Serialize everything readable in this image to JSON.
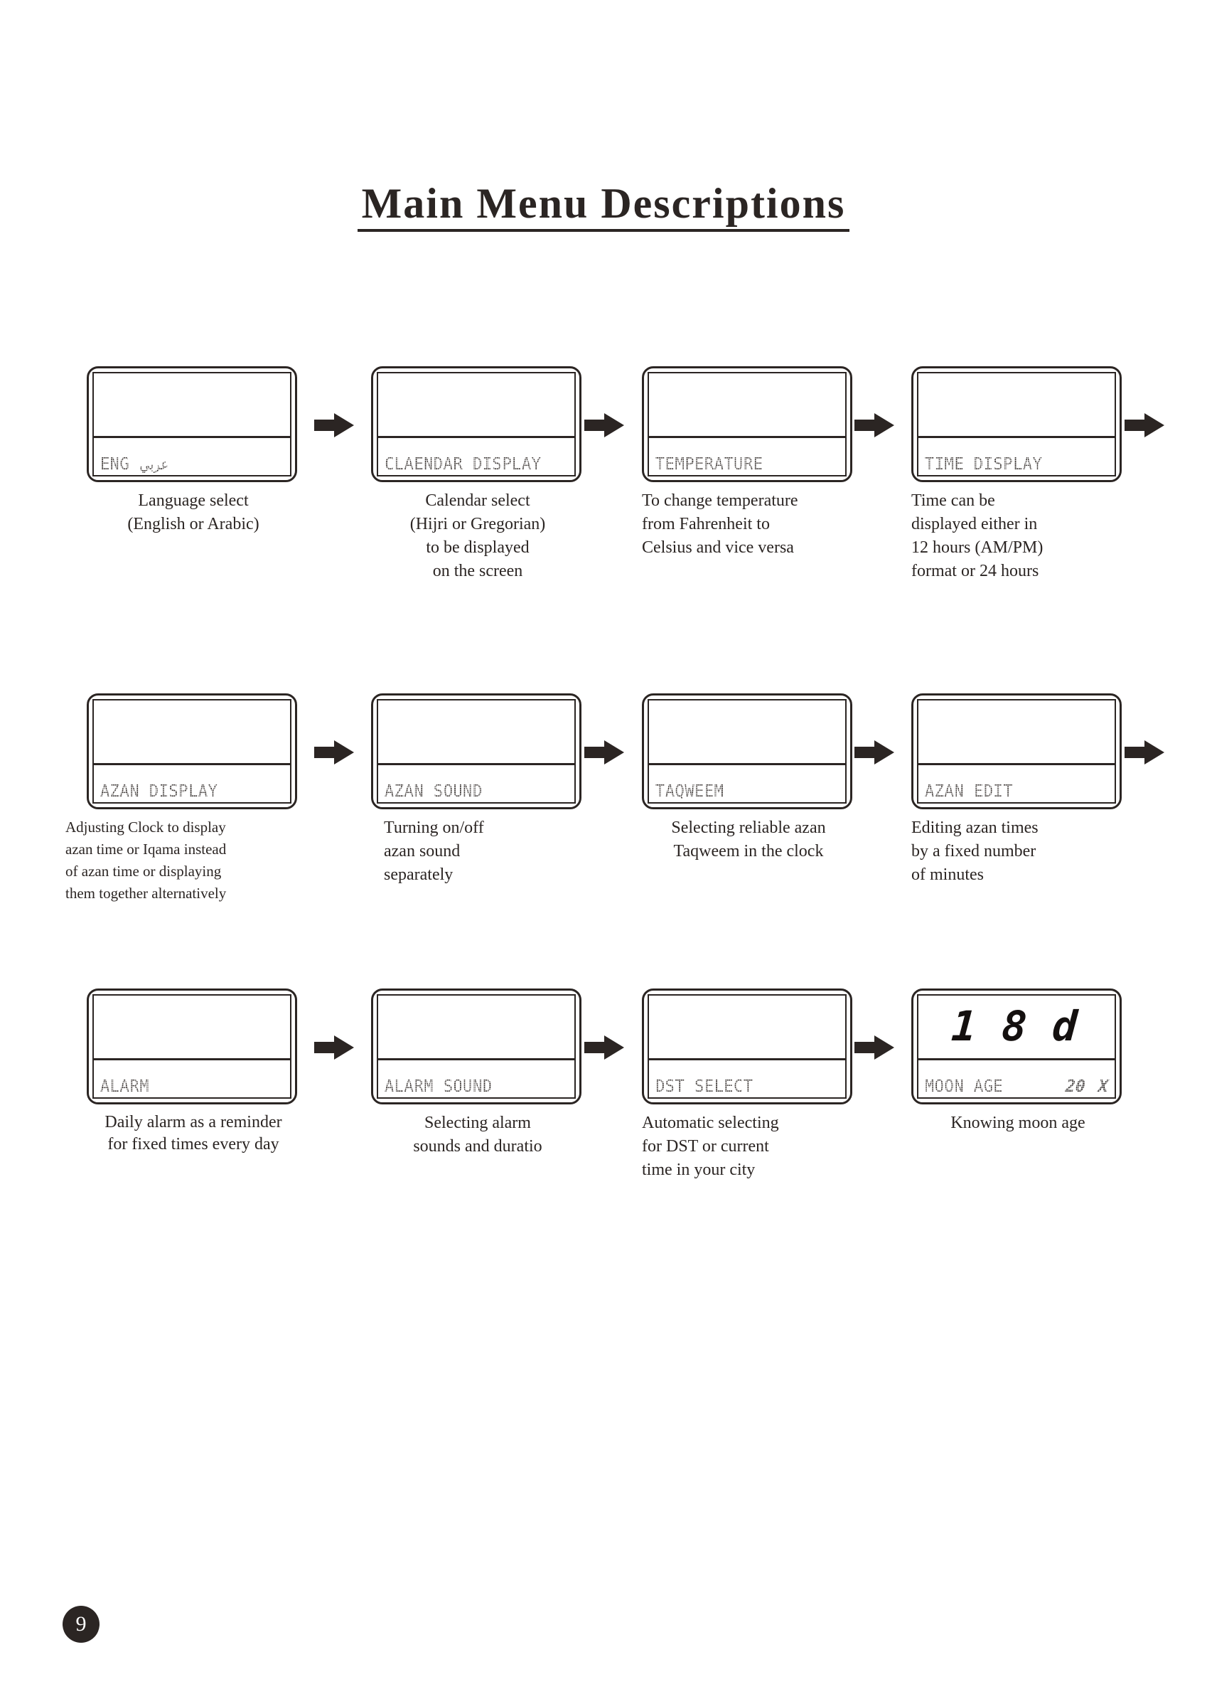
{
  "page": {
    "title": "Main Menu Descriptions",
    "number": "9"
  },
  "rows": [
    {
      "id": "row-1",
      "items": [
        {
          "lcd_label": "ENG",
          "lcd_label_arabic": "عربي",
          "caption": "Language select\n(English or Arabic)",
          "align": "center",
          "name": "language-select"
        },
        {
          "lcd_label": "CLAENDAR DISPLAY",
          "caption": "Calendar select\n(Hijri or Gregorian)\nto be displayed\non the screen",
          "align": "center",
          "name": "calendar-display"
        },
        {
          "lcd_label": "TEMPERATURE",
          "caption": "To change temperature\nfrom Fahrenheit to\nCelsius and vice versa",
          "align": "left",
          "name": "temperature"
        },
        {
          "lcd_label": "TIME DISPLAY",
          "caption": "Time can be\ndisplayed either in\n12 hours (AM/PM)\nformat or 24 hours",
          "align": "left",
          "name": "time-display"
        }
      ]
    },
    {
      "id": "row-2",
      "items": [
        {
          "lcd_label": "AZAN DISPLAY",
          "caption": "Adjusting Clock to display\nazan time or Iqama instead\nof azan time or displaying\nthem together alternatively",
          "align": "left",
          "name": "azan-display"
        },
        {
          "lcd_label": "AZAN SOUND",
          "caption": "Turning on/off\nazan sound\nseparately",
          "align": "left",
          "name": "azan-sound"
        },
        {
          "lcd_label": "TAQWEEM",
          "caption": "Selecting reliable azan\nTaqweem in the clock",
          "align": "center",
          "name": "taqweem"
        },
        {
          "lcd_label": "AZAN EDIT",
          "caption": "Editing azan times\nby a fixed number\nof minutes",
          "align": "left",
          "name": "azan-edit"
        }
      ]
    },
    {
      "id": "row-3",
      "items": [
        {
          "lcd_label": "ALARM",
          "caption": "Daily alarm as a reminder\nfor fixed times every day",
          "align": "center",
          "name": "alarm"
        },
        {
          "lcd_label": "ALARM SOUND",
          "caption": "Selecting alarm\nsounds and duratio",
          "align": "center",
          "name": "alarm-sound"
        },
        {
          "lcd_label": "DST SELECT",
          "caption": "Automatic selecting\nfor DST or current\ntime in your city",
          "align": "left",
          "name": "dst-select"
        },
        {
          "lcd_label": "MOON AGE",
          "lcd_top_value": "18",
          "lcd_top_unit": "d",
          "lcd_bottom_value": "20",
          "lcd_bottom_unit": "X",
          "caption": "Knowing moon age",
          "align": "center",
          "name": "moon-age"
        }
      ]
    }
  ],
  "colors": {
    "ink": "#2b2523",
    "paper": "#ffffff"
  }
}
